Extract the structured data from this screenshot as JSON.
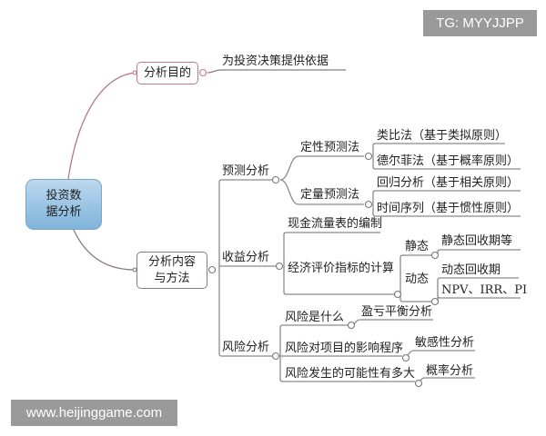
{
  "root": "投资数据分析",
  "root_lines": [
    "投资数",
    "据分析"
  ],
  "purpose": {
    "label": "分析目的",
    "child": "为投资决策提供依据"
  },
  "content": {
    "label_lines": [
      "分析内容",
      "与方法"
    ],
    "forecast": {
      "label": "预测分析",
      "qualitative": {
        "label": "定性预测法",
        "items": [
          "类比法（基于类拟原则）",
          "德尔菲法（基于概率原则）"
        ]
      },
      "quantitative": {
        "label": "定量预测法",
        "items": [
          "回归分析（基于相关原则）",
          "时间序列（基于惯性原则）"
        ]
      }
    },
    "revenue": {
      "label": "收益分析",
      "cashflow": "现金流量表的编制",
      "indicators": "经济评价指标的计算",
      "static": {
        "label": "静态",
        "items": [
          "静态回收期等"
        ]
      },
      "dynamic": {
        "label": "动态",
        "items": [
          "动态回收期",
          "NPV、IRR、PI"
        ]
      }
    },
    "risk": {
      "label": "风险分析",
      "rows": [
        {
          "q": "风险是什么",
          "a": "盈亏平衡分析"
        },
        {
          "q": "风险对项目的影响程序",
          "a": "敏感性分析"
        },
        {
          "q": "风险发生的可能性有多大",
          "a": "概率分析"
        }
      ]
    }
  },
  "watermarks": {
    "top": "TG: MYYJJPP",
    "bottom": "www.heijinggame.com"
  }
}
